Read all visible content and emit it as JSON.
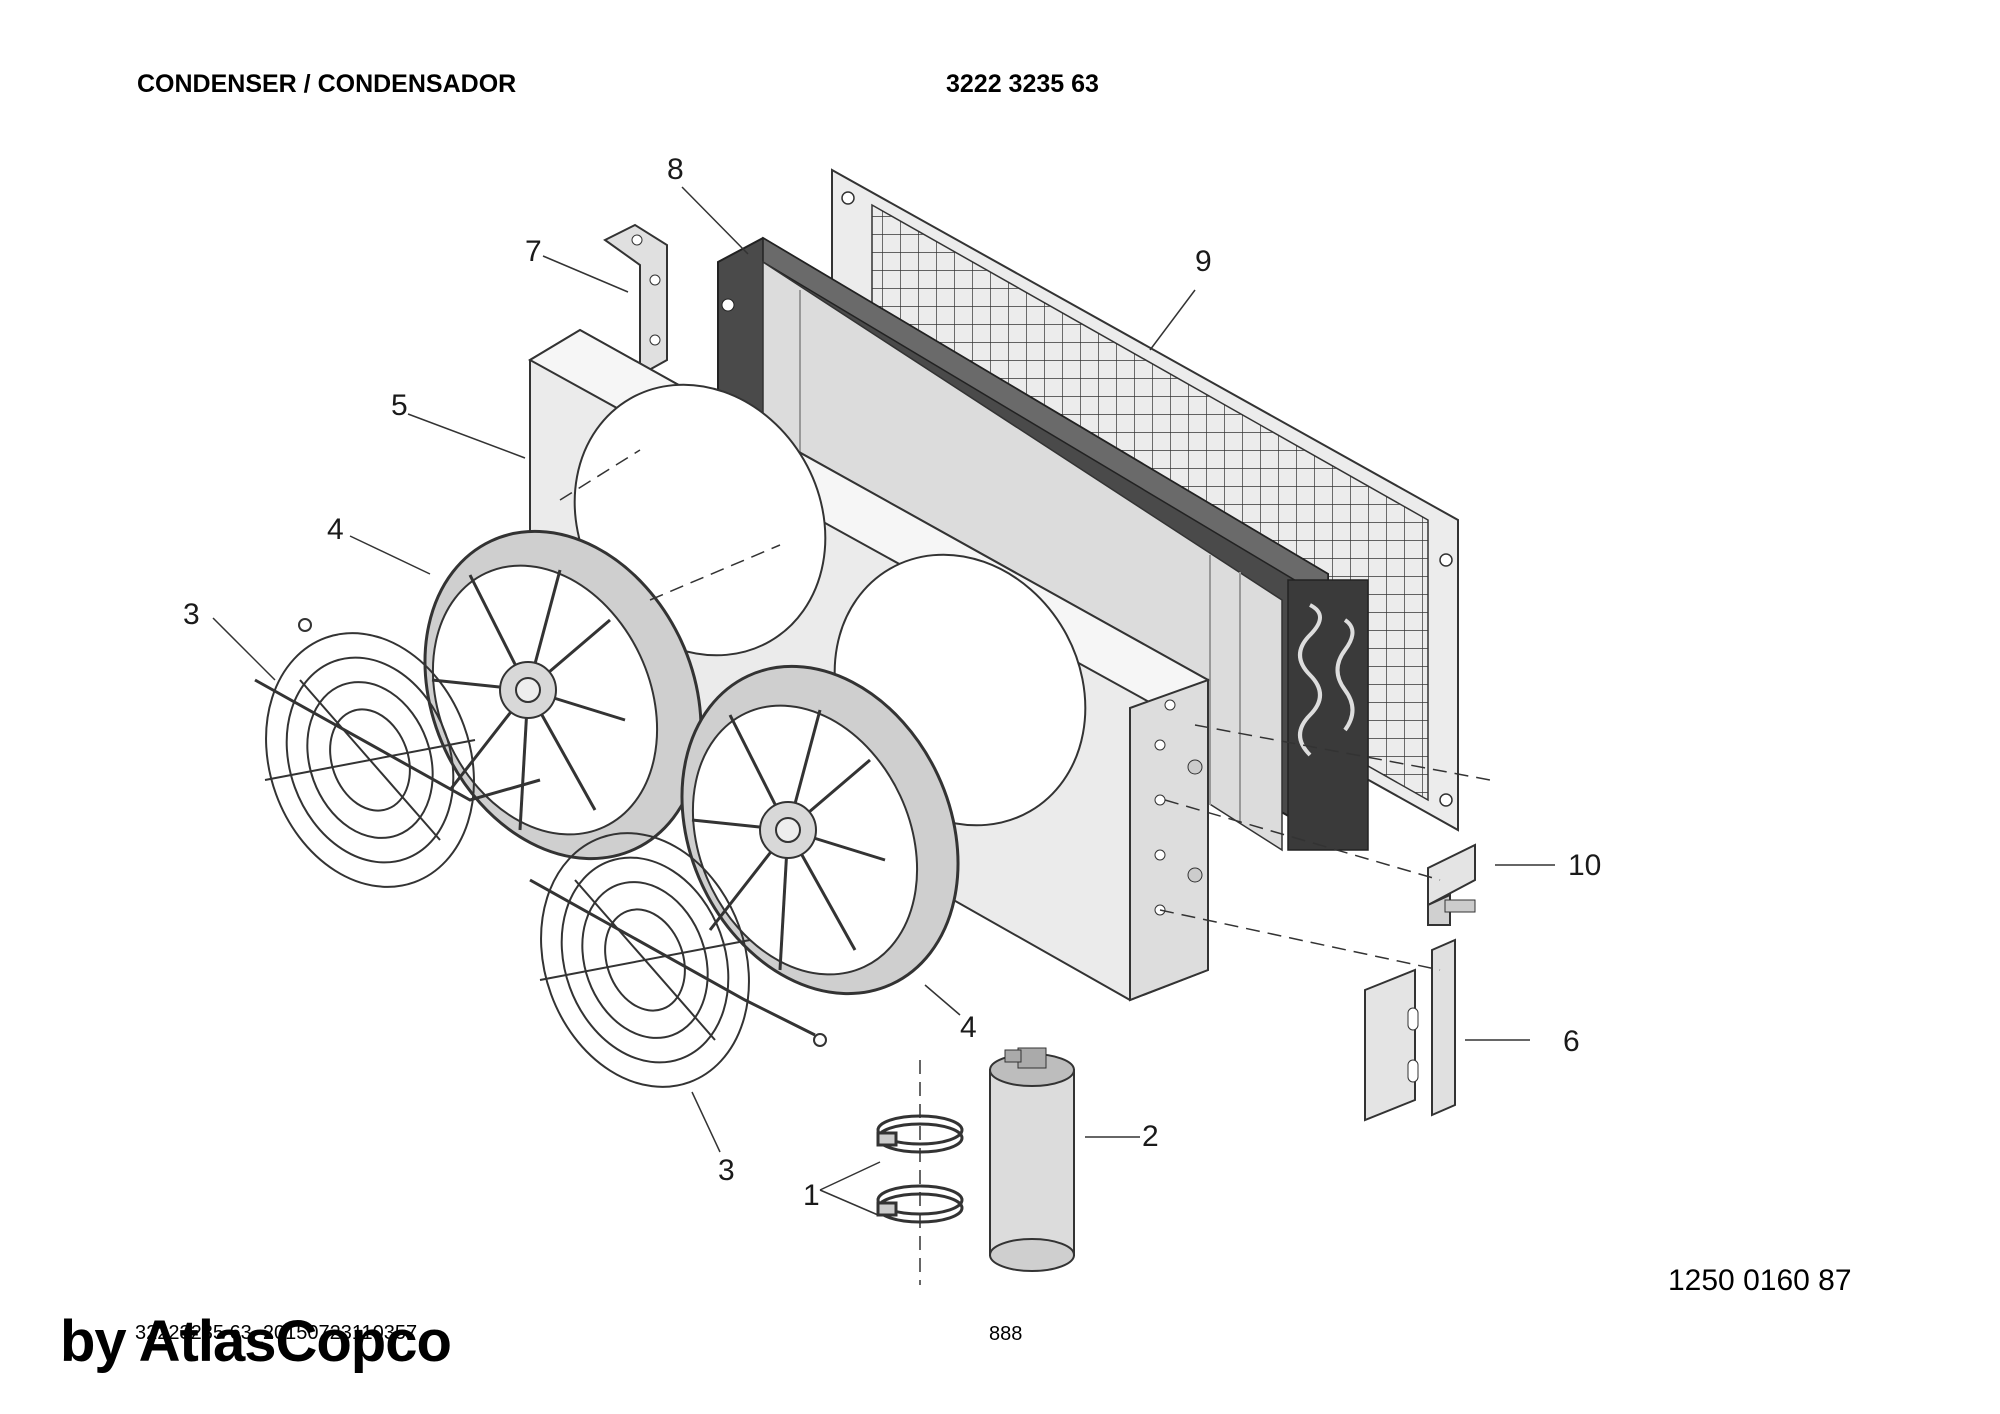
{
  "header": {
    "title": "CONDENSER / CONDENSADOR",
    "part_number": "3222 3235 63"
  },
  "drawing": {
    "document_number": "1250 0160 87",
    "callouts": [
      {
        "id": "callout-8",
        "label": "8"
      },
      {
        "id": "callout-7",
        "label": "7"
      },
      {
        "id": "callout-9",
        "label": "9"
      },
      {
        "id": "callout-5",
        "label": "5"
      },
      {
        "id": "callout-4a",
        "label": "4"
      },
      {
        "id": "callout-3a",
        "label": "3"
      },
      {
        "id": "callout-10",
        "label": "10"
      },
      {
        "id": "callout-4b",
        "label": "4"
      },
      {
        "id": "callout-6",
        "label": "6"
      },
      {
        "id": "callout-2",
        "label": "2"
      },
      {
        "id": "callout-3b",
        "label": "3"
      },
      {
        "id": "callout-1",
        "label": "1"
      }
    ]
  },
  "footer": {
    "file_id": "32223235 63_20150723110357",
    "page": "888",
    "watermark": "by AtlasCopco"
  }
}
